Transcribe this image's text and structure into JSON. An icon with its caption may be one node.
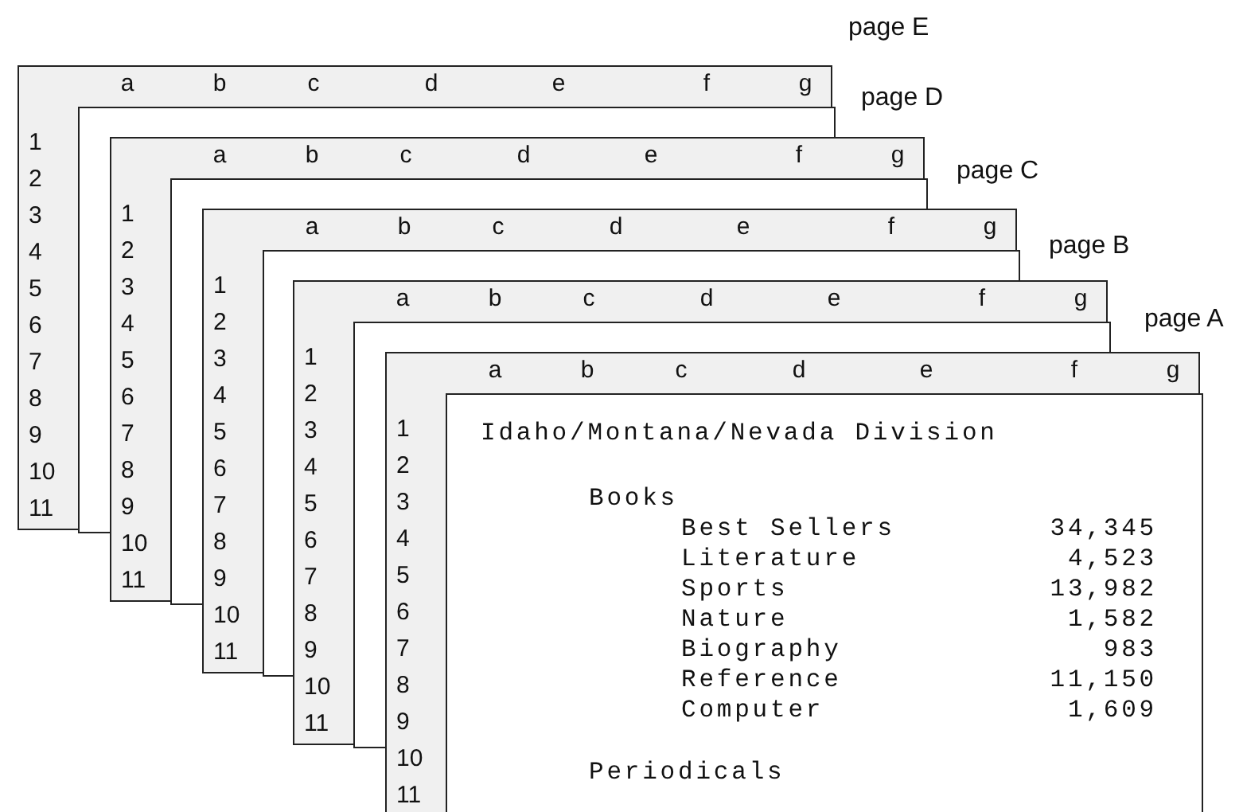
{
  "diagram": {
    "nodes": [
      {
        "text": [
          "page E",
          "a",
          "b",
          "c",
          "d",
          "e",
          "f",
          "g",
          "1",
          "2",
          "3",
          "4",
          "5",
          "6",
          "7",
          "8",
          "9",
          "10",
          "11"
        ]
      },
      {
        "text": [
          "page D",
          "a",
          "b",
          "c",
          "d",
          "e",
          "f",
          "g",
          "1",
          "2",
          "3",
          "4",
          "5",
          "6",
          "7",
          "8",
          "9",
          "10",
          "11"
        ]
      },
      {
        "text": [
          "page C",
          "a",
          "b",
          "c",
          "d",
          "e",
          "f",
          "g",
          "1",
          "2",
          "3",
          "4",
          "5",
          "6",
          "7",
          "8",
          "9",
          "10",
          "11"
        ]
      },
      {
        "text": [
          "page B",
          "a",
          "b",
          "c",
          "d",
          "e",
          "f",
          "g",
          "1",
          "2",
          "3",
          "4",
          "5",
          "6",
          "7",
          "8",
          "9",
          "10",
          "11"
        ]
      },
      {
        "text": [
          "page A",
          "a",
          "b",
          "c",
          "d",
          "e",
          "f",
          "g",
          "1",
          "2",
          "3",
          "4",
          "5",
          "6",
          "7",
          "8",
          "9",
          "10",
          "11",
          "Idaho/Montana/Nevada Division",
          "Books",
          "Best Sellers",
          "34,345",
          "Literature",
          "4,523",
          "Sports",
          "13,982",
          "Nature",
          "1,582",
          "Biography",
          "983",
          "Reference",
          "11,150",
          "Computer",
          "1,609",
          "Periodicals"
        ]
      }
    ]
  }
}
